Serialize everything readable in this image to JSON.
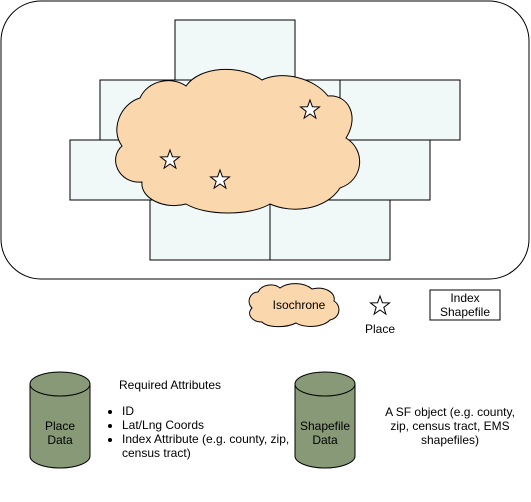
{
  "legend": {
    "isochrone_label": "Isochrone",
    "place_label": "Place",
    "index_shapefile_label": "Index Shapefile"
  },
  "place_data": {
    "label": "Place Data",
    "heading": "Required Attributes",
    "attributes": [
      "ID",
      "Lat/Lng Coords",
      "Index Attribute (e.g. county, zip, census tract)"
    ]
  },
  "shapefile_data": {
    "label": "Shapefile Data",
    "description": "A SF object (e.g. county, zip, census tract, EMS shapefiles)"
  },
  "colors": {
    "isochrone_fill": "#FAD7AC",
    "tile_fill": "#F0F8F8",
    "cylinder_fill": "#889977",
    "stroke": "#000000"
  },
  "icons": [
    "star-icon",
    "cloud-icon",
    "cylinder-icon"
  ]
}
